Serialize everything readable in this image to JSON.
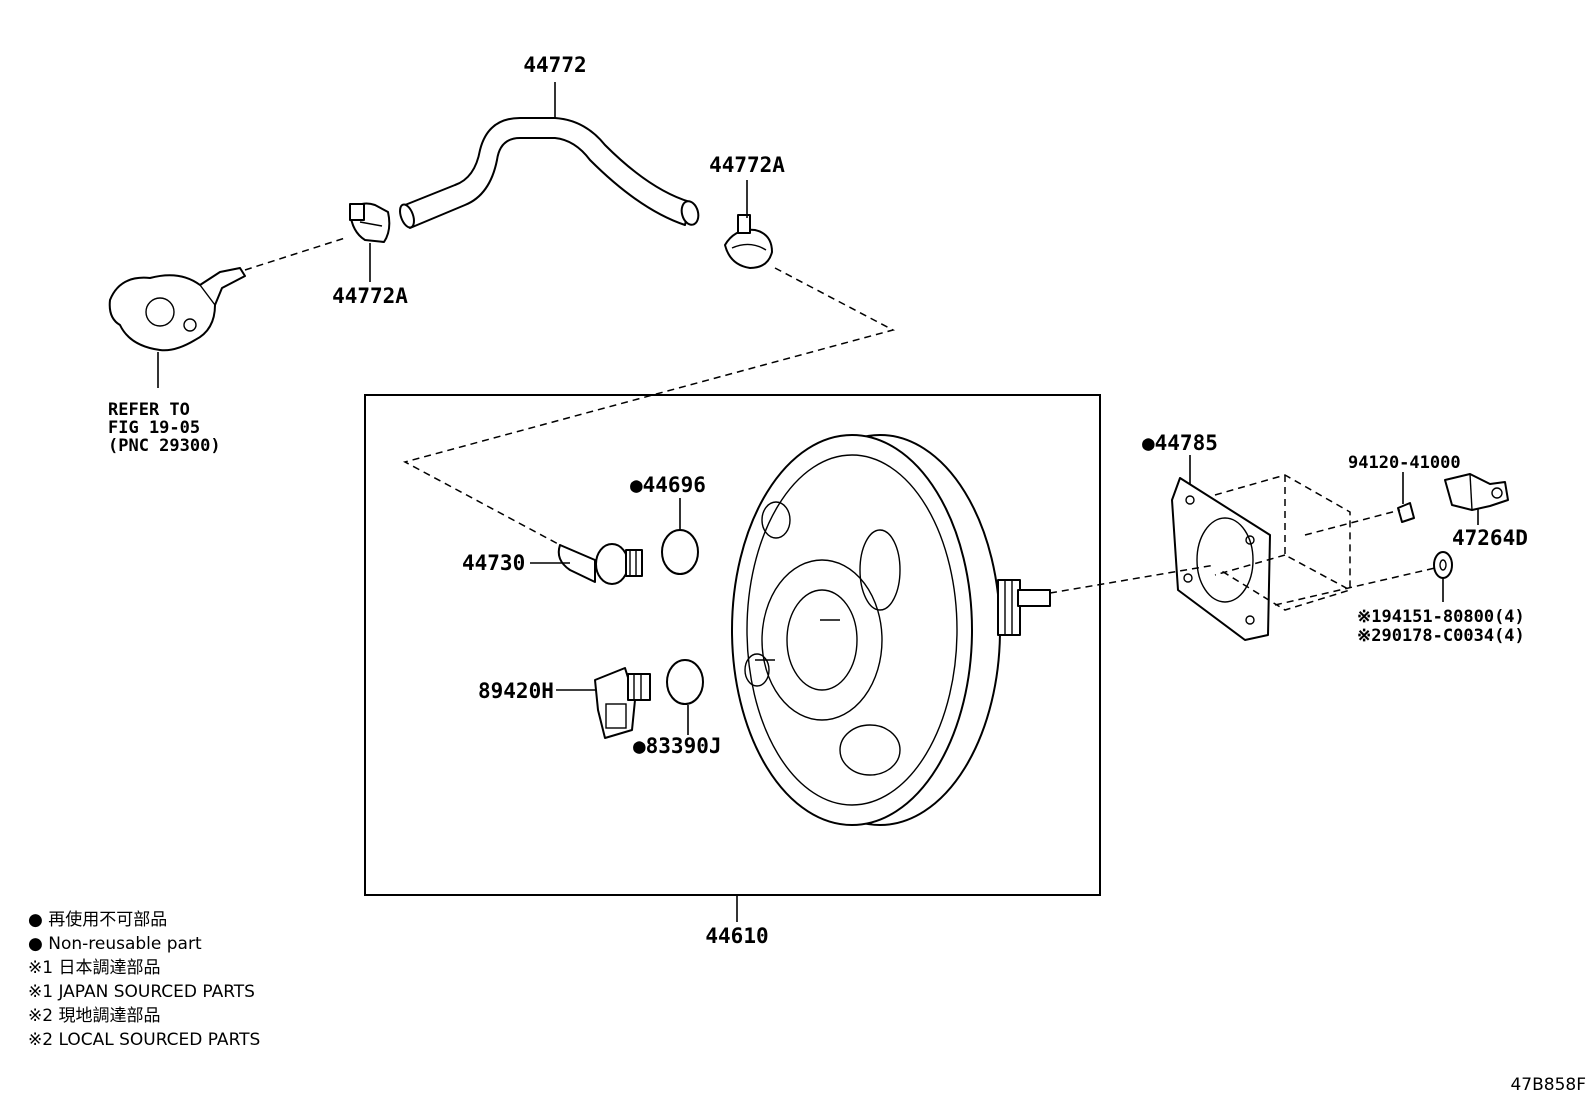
{
  "labels": {
    "hose": "44772",
    "clamp_right": "44772A",
    "clamp_left": "44772A",
    "refer_line1": "REFER TO",
    "refer_line2": "FIG 19-05",
    "refer_line3": "(PNC 29300)",
    "gasket": "●44785",
    "grommet_top": "●44696",
    "check_valve": "44730",
    "pressure_sensor": "89420H",
    "grommet_bottom": "●83390J",
    "booster_assy": "44610",
    "nut_part": "94120-41000",
    "bracket": "47264D",
    "washer_1": "※194151-80800(4)",
    "washer_2": "※290178-C0034(4)"
  },
  "legend": [
    "● 再使用不可部品",
    "● Non-reusable part",
    "※1 日本調達部品",
    "※1 JAPAN SOURCED PARTS",
    "※2 現地調達部品",
    "※2 LOCAL SOURCED PARTS"
  ],
  "figure_code": "47B858F"
}
